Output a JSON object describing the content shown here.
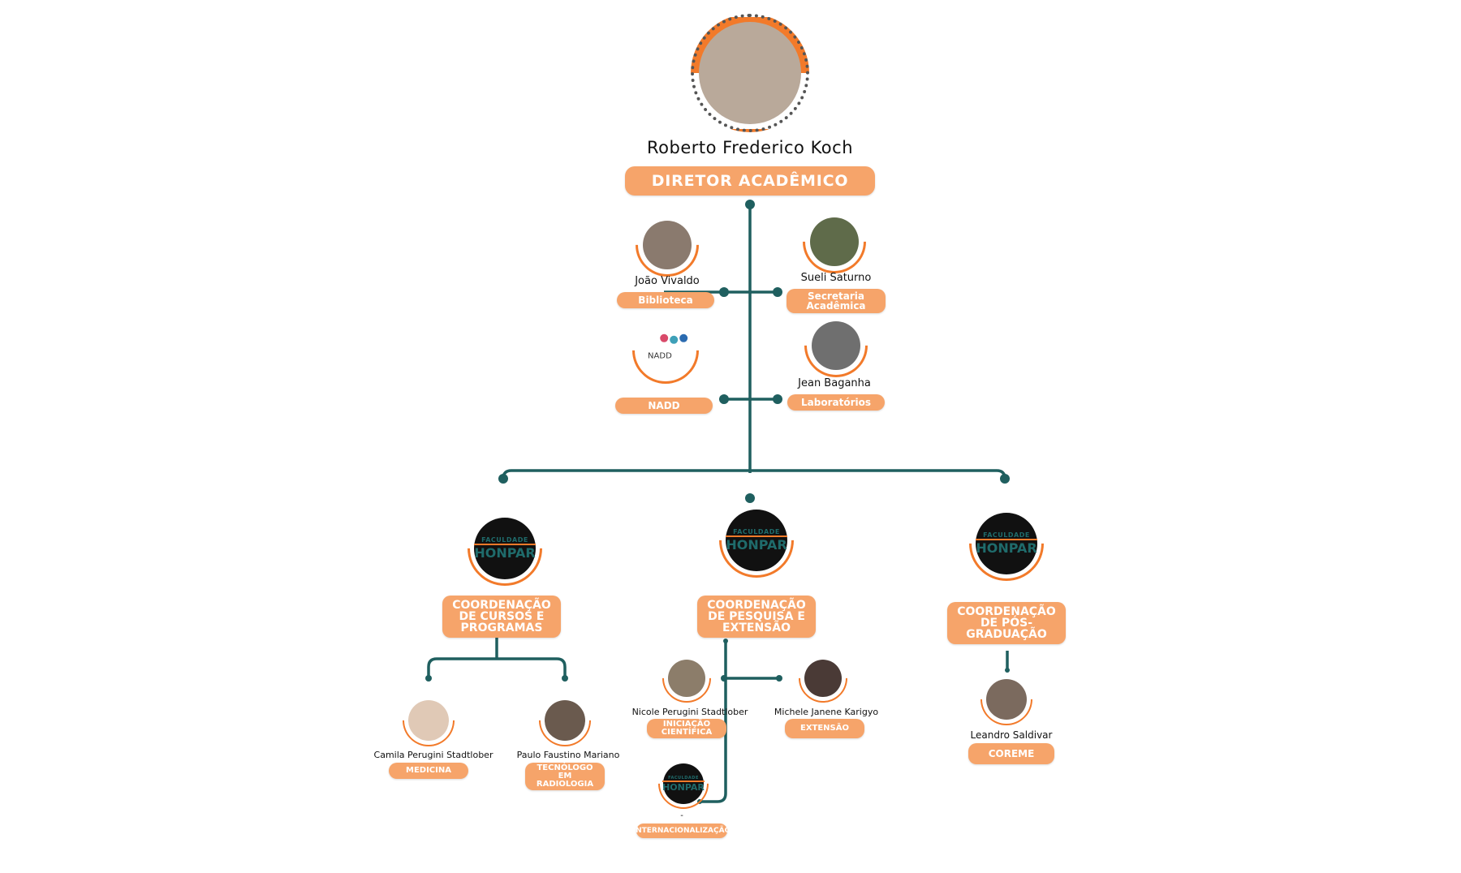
{
  "director": {
    "name": "Roberto Frederico Koch",
    "role": "DIRETOR ACADÊMICO"
  },
  "staff": [
    {
      "name": "João Vivaldo",
      "role": "Biblioteca"
    },
    {
      "name": "Sueli Saturno",
      "role": "Secretaria Acadêmica"
    },
    {
      "name": "",
      "role": "NADD",
      "logo_text": "NADD"
    },
    {
      "name": "Jean Baganha",
      "role": "Laboratórios"
    }
  ],
  "logo": {
    "top": "FACULDADE",
    "main": "HONPAR"
  },
  "coordinations": [
    {
      "title": "COORDENAÇÃO DE CURSOS E PROGRAMAS"
    },
    {
      "title": "COORDENAÇÃO DE PESQUISA E EXTENSÃO"
    },
    {
      "title": "COORDENAÇÃO DE PÓS-GRADUAÇÃO"
    }
  ],
  "members": [
    {
      "name": "Camila Perugini Stadtlober",
      "role": "MEDICINA"
    },
    {
      "name": "Paulo Faustino Mariano",
      "role": "TECNÓLOGO EM RADIOLOGIA"
    },
    {
      "name": "Nicole Perugini Stadtlober",
      "role": "INICIAÇÃO CIENTÍFICA"
    },
    {
      "name": "Michele Janene Karigyo",
      "role": "EXTENSÃO"
    },
    {
      "name": "-",
      "role": "INTERNACIONALIZAÇÃO"
    },
    {
      "name": "Leandro Saldivar",
      "role": "COREME"
    }
  ],
  "colors": {
    "accent": "#f6a46a",
    "ring": "#f27a2a",
    "line": "#1f5f5f"
  }
}
